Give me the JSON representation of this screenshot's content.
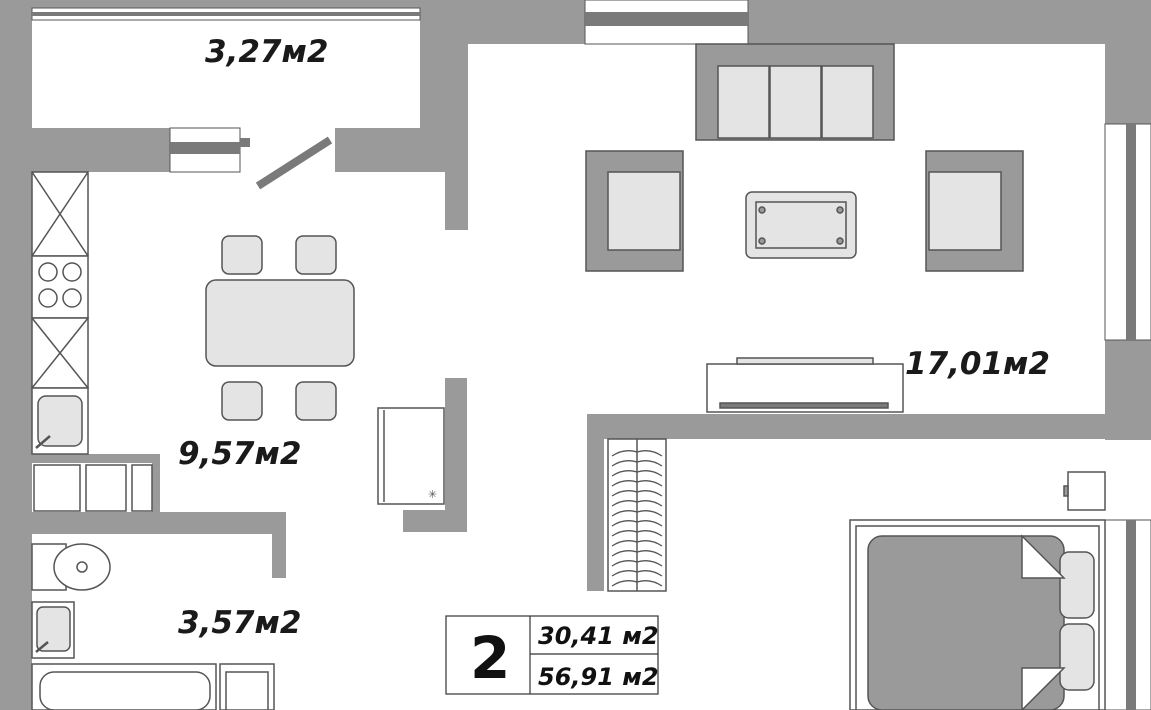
{
  "rooms": {
    "balcony": {
      "area": "3,27м2"
    },
    "kitchen": {
      "area": "9,57м2"
    },
    "living": {
      "area": "17,01м2"
    },
    "bathroom": {
      "area": "3,57м2"
    }
  },
  "info_box": {
    "rooms_count": "2",
    "living_area": "30,41 м2",
    "total_area": "56,91 м2"
  },
  "colors": {
    "wall": "#9a9a9a",
    "furniture_fill": "#e4e4e4",
    "outline": "#555555",
    "text": "#1a1a1a"
  }
}
